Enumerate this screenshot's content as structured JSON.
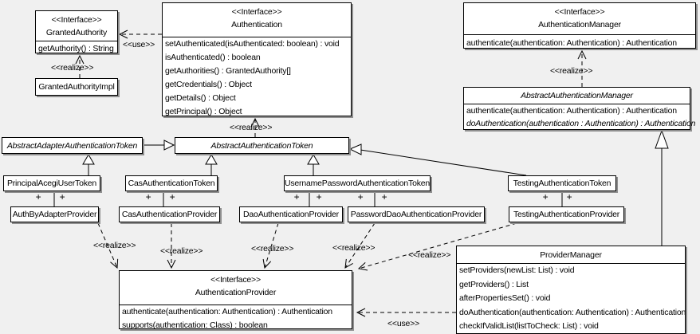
{
  "stereotypes": {
    "interface": "<<Interface>>",
    "realize": "<<realize>>",
    "use": "<<use>>"
  },
  "labels": {
    "plus": "+"
  },
  "classes": {
    "granted_authority": {
      "stereotype": "<<Interface>>",
      "name": "GrantedAuthority",
      "methods": [
        "getAuthority() : String"
      ]
    },
    "granted_authority_impl": {
      "name": "GrantedAuthorityImpl"
    },
    "authentication": {
      "stereotype": "<<Interface>>",
      "name": "Authentication",
      "methods": [
        "setAuthenticated(isAuthenticated: boolean) : void",
        "isAuthenticated() : boolean",
        "getAuthorities() : GrantedAuthority[]",
        "getCredentials() : Object",
        "getDetails() : Object",
        "getPrincipal() : Object"
      ]
    },
    "authentication_manager": {
      "stereotype": "<<Interface>>",
      "name": "AuthenticationManager",
      "methods": [
        "authenticate(authentication: Authentication) : Authentication"
      ]
    },
    "abstract_authentication_manager": {
      "name": "AbstractAuthenticationManager",
      "methods": [
        "authenticate(authentication: Authentication) : Authentication",
        "doAuthentication(authentication : Authentication) : Authentication"
      ]
    },
    "abstract_adapter_authentication_token": {
      "name": "AbstractAdapterAuthenticationToken"
    },
    "abstract_authentication_token": {
      "name": "AbstractAuthenticationToken"
    },
    "principal_acegi_user_token": {
      "name": "PrincipalAcegiUserToken"
    },
    "cas_authentication_token": {
      "name": "CasAuthenticationToken"
    },
    "username_password_authentication_token": {
      "name": "UsernamePasswordAuthenticationToken"
    },
    "testing_authentication_token": {
      "name": "TestingAuthenticationToken"
    },
    "auth_by_adapter_provider": {
      "name": "AuthByAdapterProvider"
    },
    "cas_authentication_provider": {
      "name": "CasAuthenticationProvider"
    },
    "dao_authentication_provider": {
      "name": "DaoAuthenticationProvider"
    },
    "password_dao_authentication_provider": {
      "name": "PasswordDaoAuthenticationProvider"
    },
    "testing_authentication_provider": {
      "name": "TestingAuthenticationProvider"
    },
    "authentication_provider": {
      "stereotype": "<<Interface>>",
      "name": "AuthenticationProvider",
      "methods": [
        "authenticate(authentication: Authentication) : Authentication",
        "supports(authentication: Class) : boolean"
      ]
    },
    "provider_manager": {
      "name": "ProviderManager",
      "methods": [
        "setProviders(newList: List) : void",
        "getProviders() : List",
        "afterPropertiesSet() : void",
        "doAuthentication(authentication: Authentication) : Authentication",
        "checkIfValidList(listToCheck: List) : void"
      ]
    }
  }
}
